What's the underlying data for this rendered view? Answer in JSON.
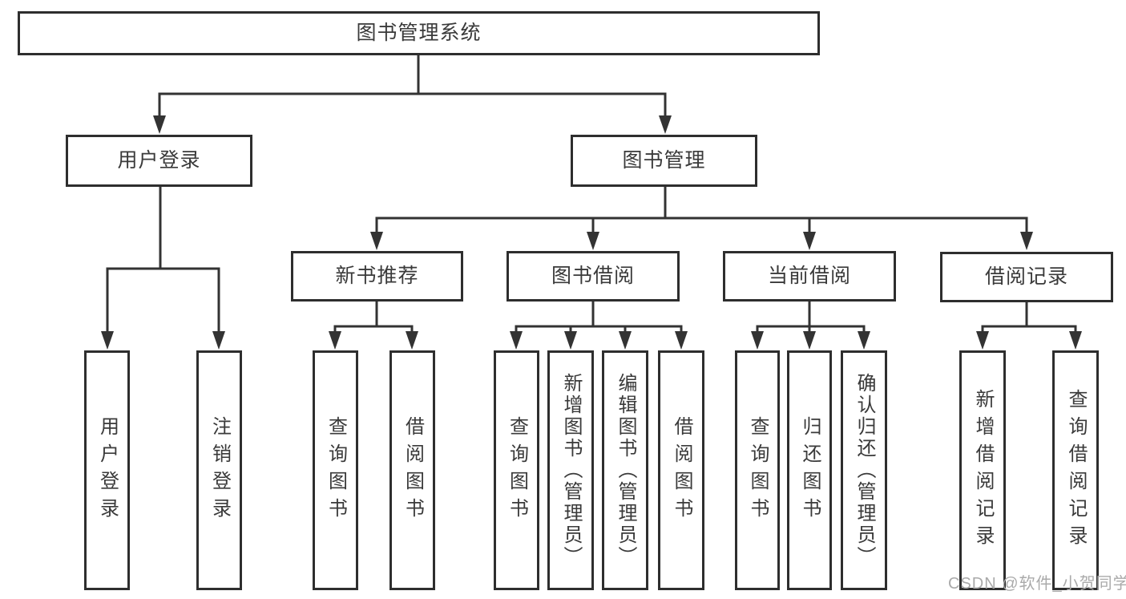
{
  "colors": {
    "line": "#333333",
    "box_border": "#2e2e2e",
    "text": "#3a3a3a",
    "watermark_text": "#aaaaaa",
    "background": "#ffffff"
  },
  "tree": {
    "root": {
      "label": "图书管理系统",
      "children": [
        {
          "label": "用户登录",
          "children": [
            {
              "label": "用户登录"
            },
            {
              "label": "注销登录"
            }
          ]
        },
        {
          "label": "图书管理",
          "children": [
            {
              "label": "新书推荐",
              "children": [
                {
                  "label": "查询图书"
                },
                {
                  "label": "借阅图书"
                }
              ]
            },
            {
              "label": "图书借阅",
              "children": [
                {
                  "label": "查询图书"
                },
                {
                  "label": "新增图书（管理员）"
                },
                {
                  "label": "编辑图书（管理员）"
                },
                {
                  "label": "借阅图书"
                }
              ]
            },
            {
              "label": "当前借阅",
              "children": [
                {
                  "label": "查询图书"
                },
                {
                  "label": "归还图书"
                },
                {
                  "label": "确认归还（管理员）"
                }
              ]
            },
            {
              "label": "借阅记录",
              "children": [
                {
                  "label": "新增借阅记录"
                },
                {
                  "label": "查询借阅记录"
                }
              ]
            }
          ]
        }
      ]
    }
  },
  "watermark": {
    "text": "CSDN @软件_小贺同学"
  }
}
